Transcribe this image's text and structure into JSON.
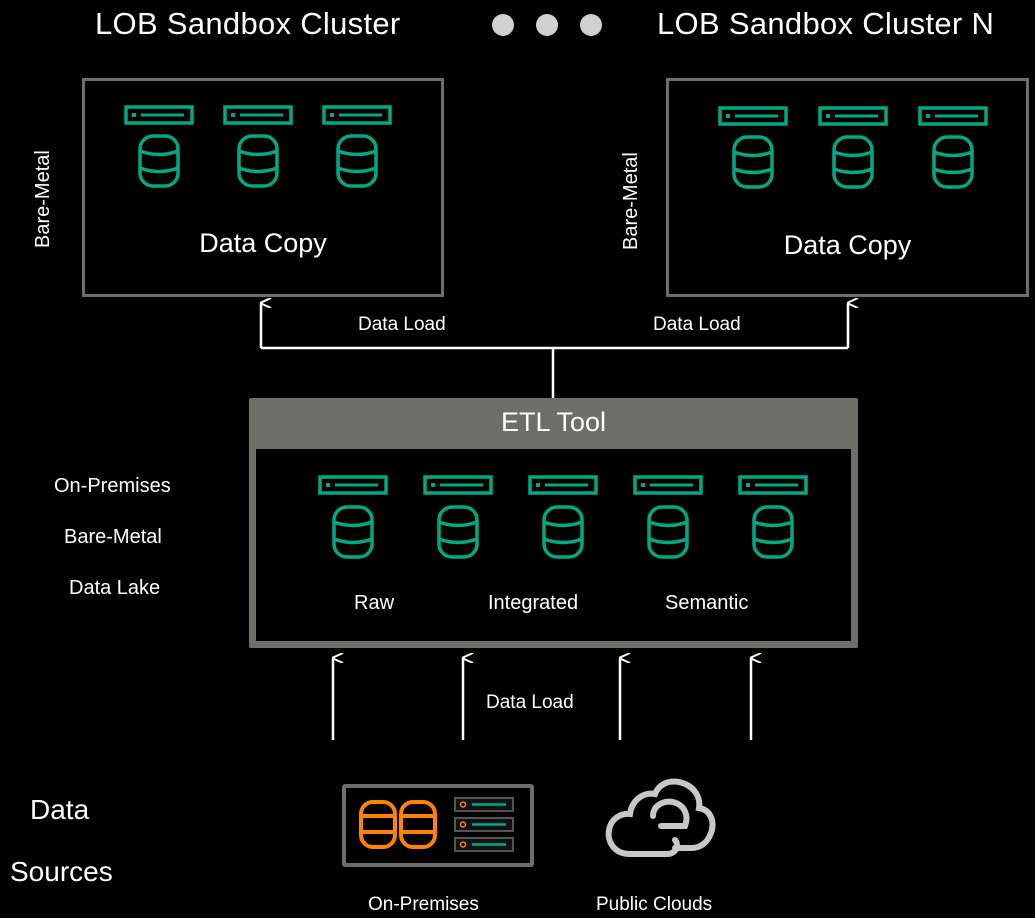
{
  "header": {
    "cluster_left_title": "LOB Sandbox Cluster",
    "cluster_right_title": "LOB Sandbox Cluster N",
    "ellipsis_icon": "three-dots-icon"
  },
  "clusters": [
    {
      "side_label": "Bare-Metal",
      "caption": "Data Copy",
      "servers": 3,
      "databases": 3
    },
    {
      "side_label": "Bare-Metal",
      "caption": "Data Copy",
      "servers": 3,
      "databases": 3
    }
  ],
  "data_load_labels": {
    "left": "Data Load",
    "right": "Data Load",
    "bottom": "Data Load"
  },
  "etl": {
    "title": "ETL Tool",
    "zones": [
      "Raw",
      "Integrated",
      "Semantic"
    ],
    "servers": 5,
    "databases": 5
  },
  "data_lake_labels": [
    "On-Premises",
    "Bare-Metal",
    "Data Lake"
  ],
  "data_sources": {
    "label_line1": "Data",
    "label_line2": "Sources",
    "on_prem": "On-Premises",
    "public_clouds": "Public Clouds"
  },
  "colors": {
    "accent_green": "#01a982",
    "box_gray": "#6e6e68",
    "orange": "#ff8300",
    "background": "#000000"
  }
}
